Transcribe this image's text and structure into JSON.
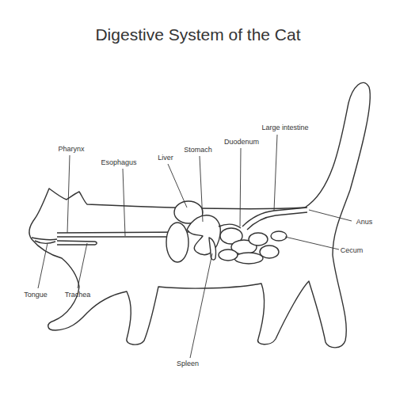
{
  "diagram": {
    "title": "Digestive System of the Cat",
    "labels": [
      "Pharynx",
      "Esophagus",
      "Liver",
      "Stomach",
      "Duodenum",
      "Large intestine",
      "Anus",
      "Cecum",
      "Tongue",
      "Trachea",
      "Spleen"
    ]
  }
}
